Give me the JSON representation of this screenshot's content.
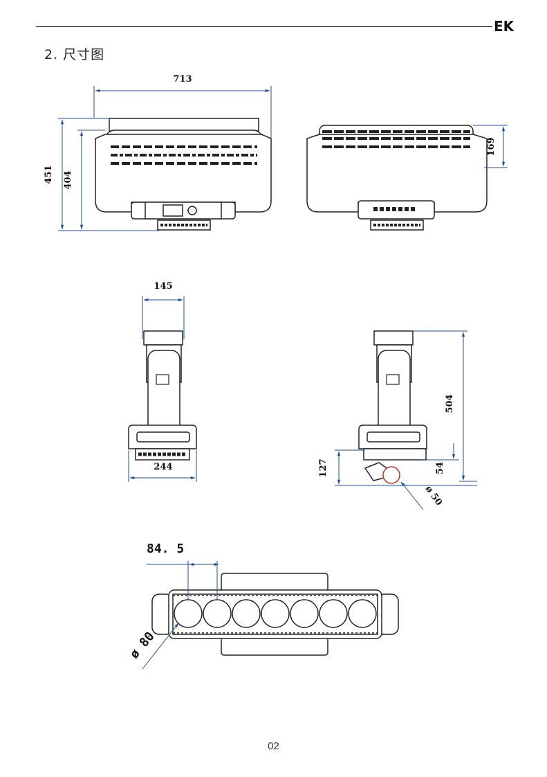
{
  "header": {
    "logo_text": "EK"
  },
  "section": {
    "title": "2.  尺寸图"
  },
  "dimensions": {
    "front_width": "713",
    "front_height_total": "451",
    "front_height_body": "404",
    "back_head_height": "169",
    "side_top_width": "145",
    "side_base_width": "244",
    "side_total_height": "504",
    "clamp_height": "127",
    "clamp_offset": "54",
    "clamp_diameter": "ø 50",
    "lens_pitch": "84. 5",
    "lens_diameter": "ø 80"
  },
  "footer": {
    "page_number": "02"
  }
}
